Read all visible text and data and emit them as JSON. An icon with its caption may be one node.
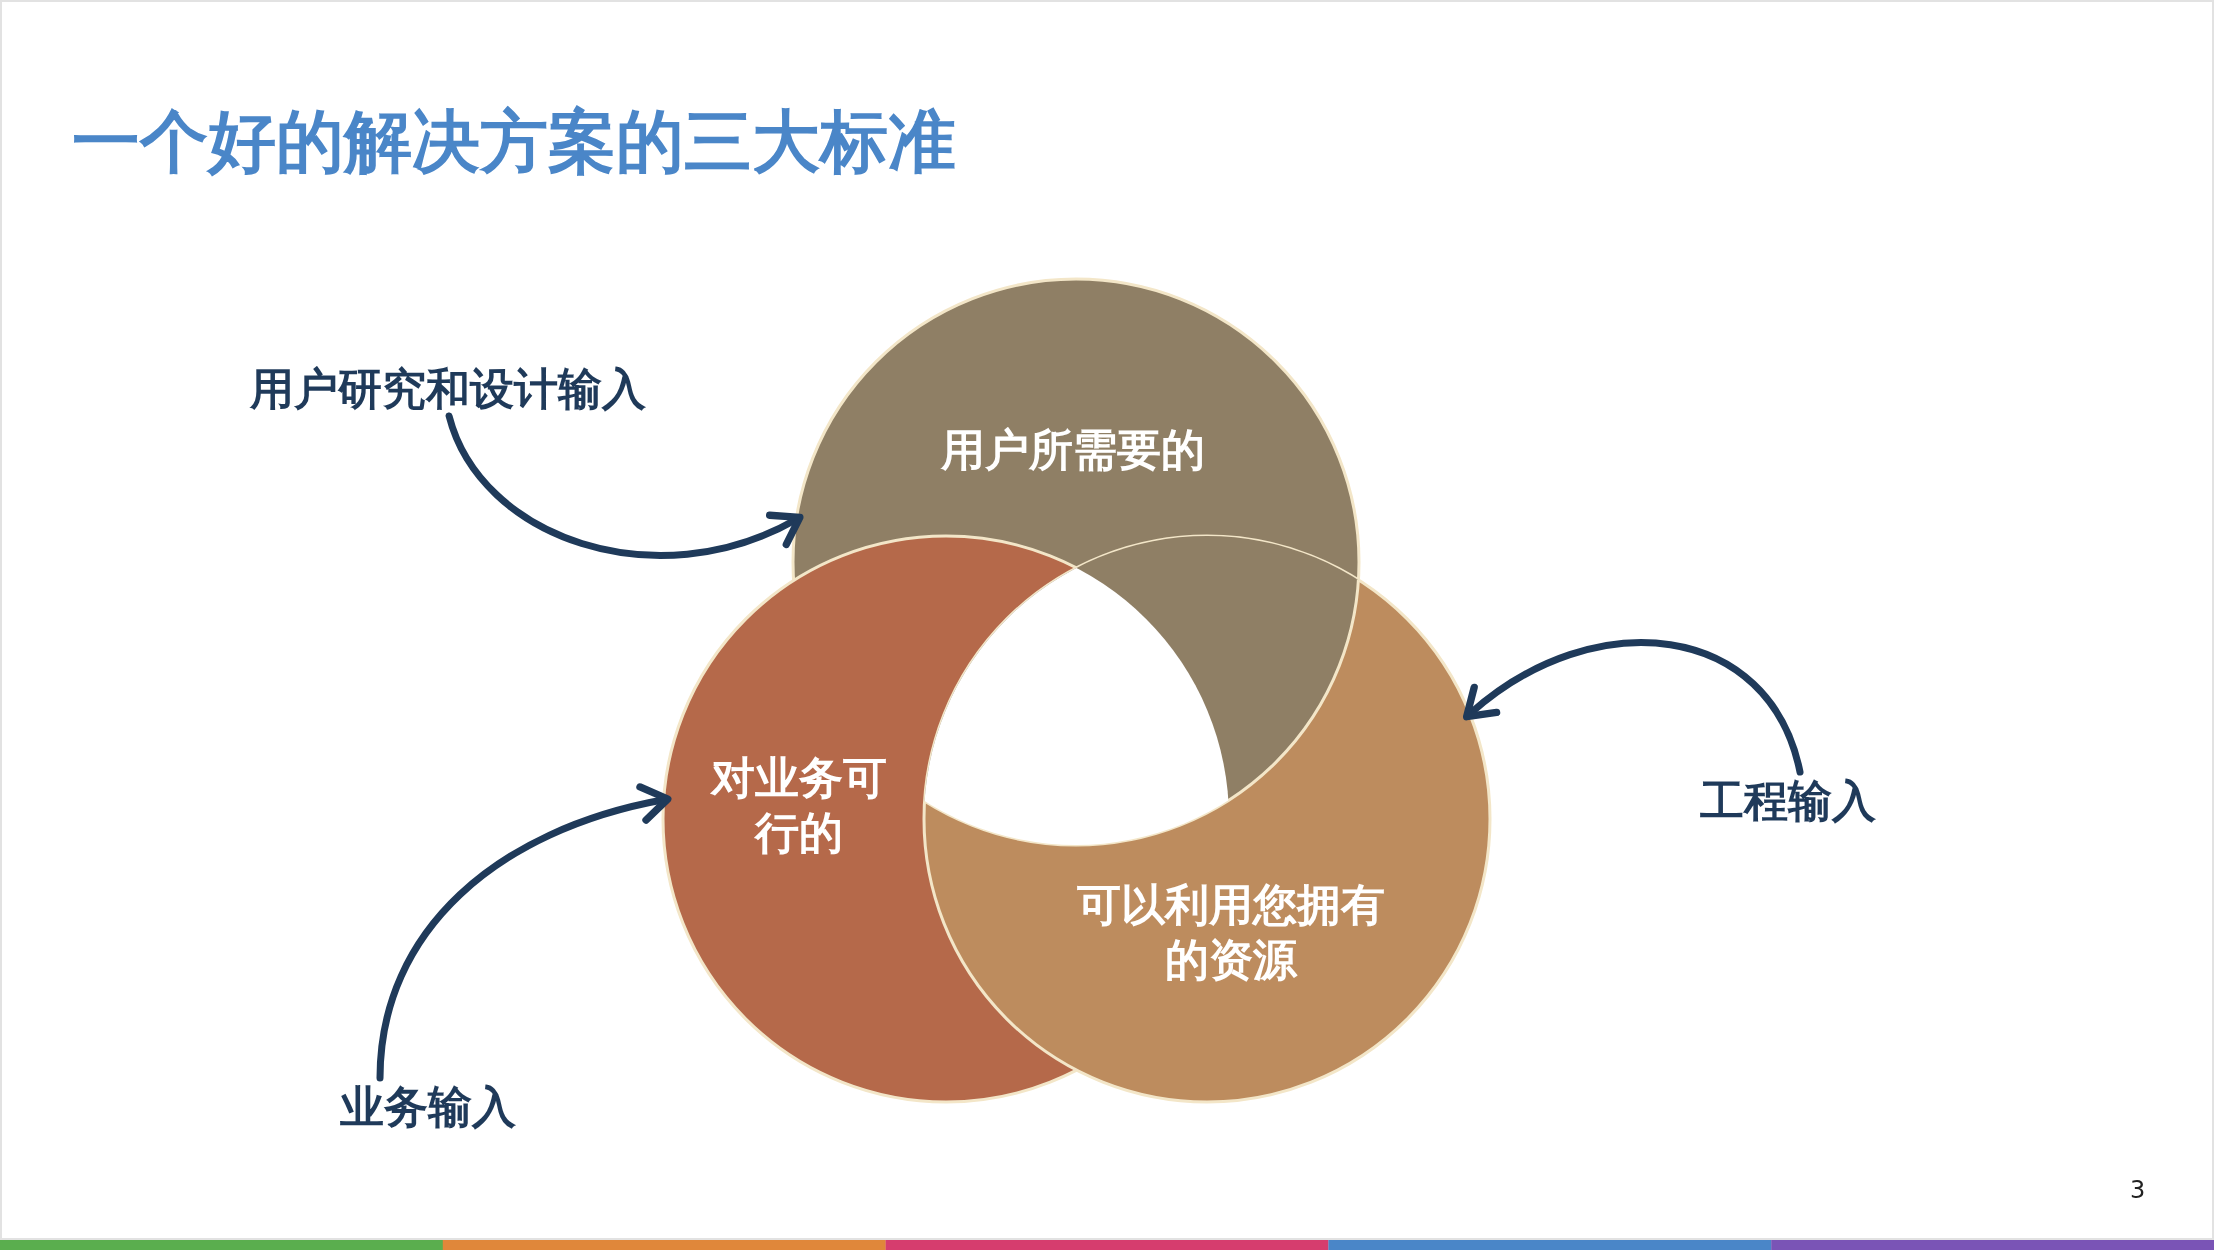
{
  "diagram": {
    "title": "一个好的解决方案的三大标准",
    "nodes": [
      {
        "text": [
          "用户所需要的"
        ]
      },
      {
        "text": [
          "对业务可行的"
        ]
      },
      {
        "text": [
          "可以利用您拥有的资源"
        ]
      },
      {
        "text": [
          "用户研究和设计输入"
        ]
      },
      {
        "text": [
          "工程输入"
        ]
      },
      {
        "text": [
          "业务输入"
        ]
      }
    ],
    "edges": [
      {
        "from": 3,
        "to": 0,
        "arrow": "to"
      },
      {
        "from": 4,
        "to": 2,
        "arrow": "to"
      },
      {
        "from": 5,
        "to": 1,
        "arrow": "to"
      }
    ],
    "labels": [
      "3"
    ]
  }
}
